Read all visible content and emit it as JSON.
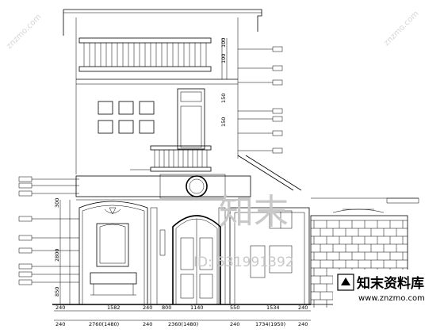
{
  "dimensions_bottom_row1": [
    "240",
    "1582",
    "240",
    "800",
    "1140",
    "550",
    "1534",
    "240"
  ],
  "dimensions_bottom_row2": [
    "240",
    "2760(1480)",
    "240",
    "2360(1480)",
    "240",
    "1734(1950)",
    "240"
  ],
  "dimensions_left": [
    "300",
    "2800",
    "850"
  ],
  "dimensions_right_small": [
    "100",
    "100",
    "150",
    "150"
  ],
  "watermark": {
    "brand_cn": "知末",
    "brand_cn_logo": "知末资料库",
    "id_text": "ID: 531991392",
    "url": "www.znzmo.com",
    "corner_text": "znzmo.com"
  },
  "colors": {
    "line": "#000000",
    "watermark": "#c8c8c8",
    "logo_bg": "#ffffff"
  }
}
